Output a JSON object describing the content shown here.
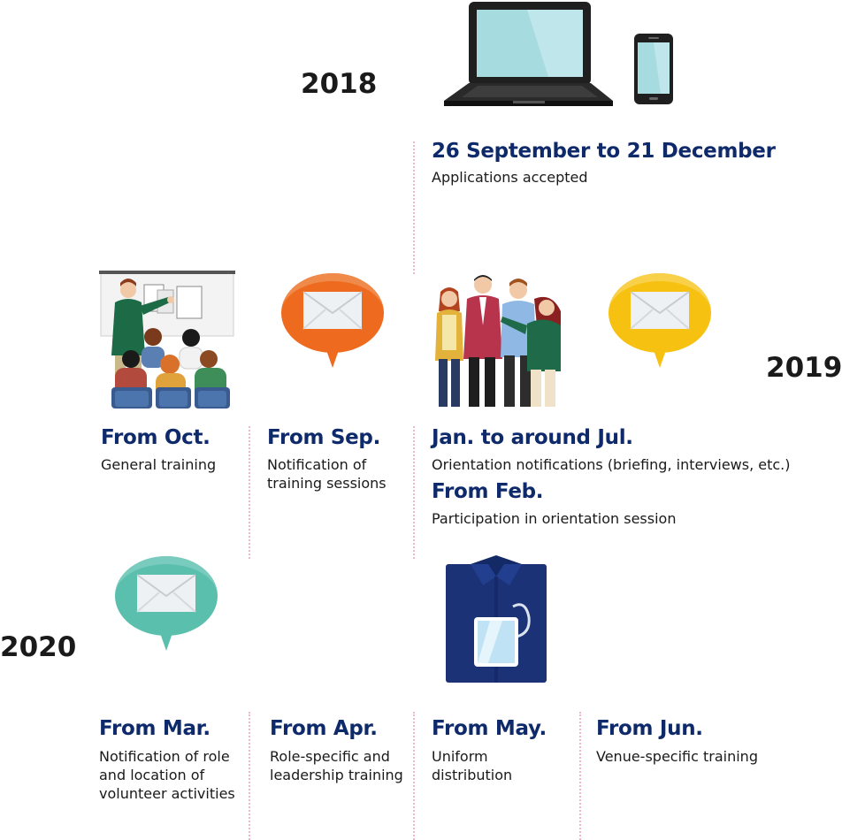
{
  "years": {
    "y2018": "2018",
    "y2019": "2019",
    "y2020": "2020"
  },
  "events": {
    "applications": {
      "date": "26 September to 21 December",
      "desc": "Applications accepted"
    },
    "general_training": {
      "date": "From Oct.",
      "desc": "General training"
    },
    "training_notification": {
      "date": "From Sep.",
      "desc": "Notification of training sessions"
    },
    "orientation": {
      "date": "Jan. to around Jul.",
      "desc": "Orientation notifications (briefing, interviews, etc.)",
      "date2": "From Feb.",
      "desc2": "Participation in orientation session"
    },
    "role_notification": {
      "date": "From Mar.",
      "desc": "Notification of role and location of volunteer activities"
    },
    "role_training": {
      "date": "From Apr.",
      "desc": "Role-specific and leadership training"
    },
    "uniform": {
      "date": "From May.",
      "desc": "Uniform distribution"
    },
    "venue_training": {
      "date": "From Jun.",
      "desc": "Venue-specific training"
    }
  },
  "colors": {
    "heading": "#0e2a6b",
    "timeline_dots": "#f2b6c6",
    "bubble_orange": "#ee6a1e",
    "bubble_yellow": "#f6c111",
    "bubble_teal": "#5bbfae",
    "uniform_navy": "#1b3277"
  },
  "icons": [
    "laptop-icon",
    "smartphone-icon",
    "presentation-icon",
    "orange-mail-bubble-icon",
    "people-group-icon",
    "yellow-mail-bubble-icon",
    "teal-mail-bubble-icon",
    "uniform-badge-icon"
  ]
}
